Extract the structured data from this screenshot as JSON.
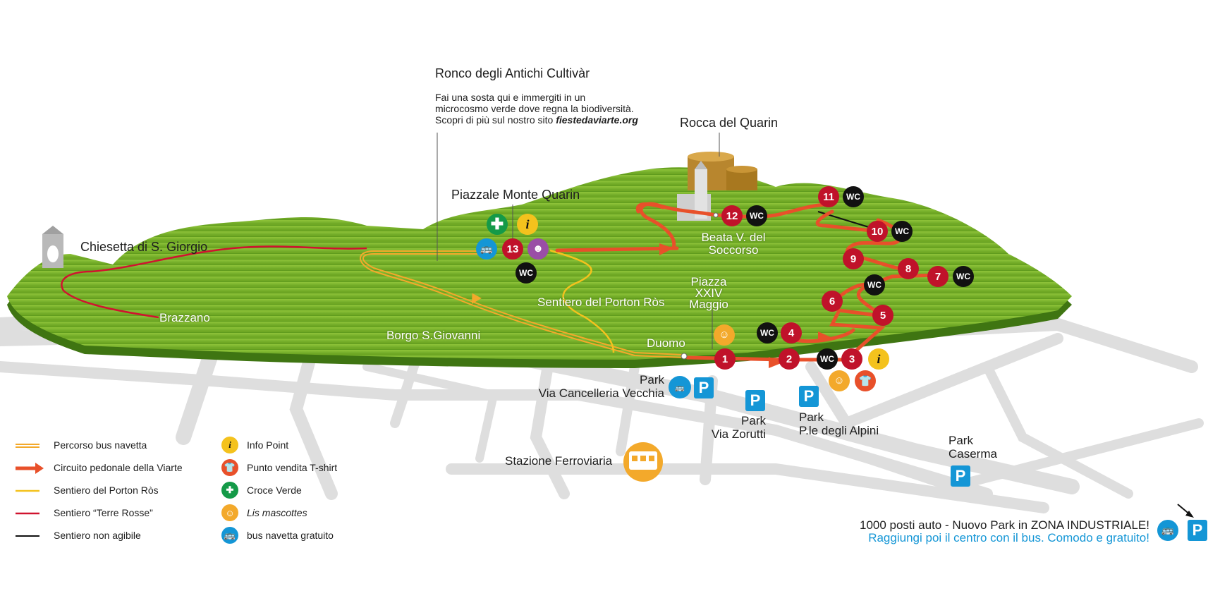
{
  "places": {
    "chiesetta": "Chiesetta di S. Giorgio",
    "brazzano": "Brazzano",
    "ronco_title": "Ronco degli Antichi Cultivàr",
    "ronco_line1": "Fai una sosta qui e immergiti in un",
    "ronco_line2": "microcosmo verde dove regna la biodiversità.",
    "ronco_line3": "Scopri di più sul nostro sito",
    "ronco_site": "fiestedaviarte.org",
    "piazzale": "Piazzale Monte Quarin",
    "rocca": "Rocca del Quarin",
    "beata1": "Beata V. del",
    "beata2": "Soccorso",
    "sentiero": "Sentiero del Porton Ròs",
    "borgo": "Borgo S.Giovanni",
    "piazza1": "Piazza",
    "piazza2": "XXIV",
    "piazza3": "Maggio",
    "duomo": "Duomo",
    "park_cancelleria1": "Park",
    "park_cancelleria2": "Via Cancelleria Vecchia",
    "park_zorutti1": "Park",
    "park_zorutti2": "Via Zorutti",
    "park_alpini1": "Park",
    "park_alpini2": "P.le degli Alpini",
    "park_caserma1": "Park",
    "park_caserma2": "Caserma",
    "stazione": "Stazione Ferroviaria"
  },
  "stops": [
    "1",
    "2",
    "3",
    "4",
    "5",
    "6",
    "7",
    "8",
    "9",
    "10",
    "11",
    "12",
    "13"
  ],
  "wc_label": "WC",
  "parking_label": "P",
  "info_label": "i",
  "industrial": {
    "line1": "1000 posti auto - Nuovo Park in ZONA INDUSTRIALE!",
    "line2": "Raggiungi poi il centro con il bus. Comodo e gratuito!"
  },
  "legend_lines": [
    {
      "label": "Percorso bus navetta",
      "color": "#f3a92b"
    },
    {
      "label": "Circuito pedonale della Viarte",
      "color": "#e8502a"
    },
    {
      "label": "Sentiero del Porton Ròs",
      "color": "#f4c21d"
    },
    {
      "label": "Sentiero “Terre Rosse”",
      "color": "#d0132f"
    },
    {
      "label": "Sentiero non agibile",
      "color": "#111111"
    }
  ],
  "legend_icons": [
    {
      "label": "Info Point",
      "icon": "info-icon",
      "color": "#f4c21d"
    },
    {
      "label": "Punto vendita T-shirt",
      "icon": "tshirt-icon",
      "color": "#e8502a"
    },
    {
      "label": "Croce Verde",
      "icon": "first-aid-cross-icon",
      "color": "#149a48"
    },
    {
      "label": "Lis mascottes",
      "icon": "mascot-icon",
      "color": "#f3a92b"
    },
    {
      "label": "bus navetta gratuito",
      "icon": "bus-icon",
      "color": "#1496d6"
    }
  ],
  "colors": {
    "hill": "#7cb52a",
    "hill_dark": "#4f8a17",
    "route_red": "#e8502a",
    "stop_red": "#c0122a",
    "bus_blue": "#1496d6",
    "street_grey": "#dcdcdc"
  }
}
